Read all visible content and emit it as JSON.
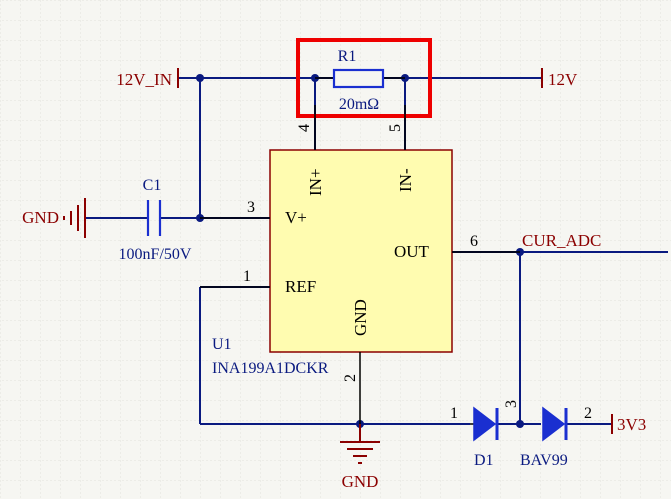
{
  "colors": {
    "background": "#f6f6f2",
    "grid": "#e2e2dc",
    "wire": "#0a1a80",
    "component": "#1a2fd0",
    "net_label": "#8b0000",
    "ic_body": "#fffcb0",
    "ic_border": "#8b0000",
    "highlight": "#ee0000",
    "junction": "#0a1a80"
  },
  "nets": {
    "vin": "12V_IN",
    "vout": "12V",
    "gnd_left": "GND",
    "gnd_bottom": "GND",
    "adc": "CUR_ADC",
    "v33": "3V3"
  },
  "r1": {
    "ref": "R1",
    "value": "20mΩ"
  },
  "c1": {
    "ref": "C1",
    "value": "100nF/50V"
  },
  "u1": {
    "ref": "U1",
    "part": "INA199A1DCKR",
    "pin_in_plus": "IN+",
    "pin_in_minus": "IN-",
    "pin_vplus": "V+",
    "pin_ref": "REF",
    "pin_gnd": "GND",
    "pin_out": "OUT",
    "pin_num_vplus": "3",
    "pin_num_ref": "1",
    "pin_num_in_plus": "4",
    "pin_num_in_minus": "5",
    "pin_num_out": "6",
    "pin_num_gnd": "2"
  },
  "d1": {
    "ref": "D1",
    "part": "BAV99",
    "pin_num_a": "1",
    "pin_num_k": "2",
    "pin_num_common": "3"
  }
}
